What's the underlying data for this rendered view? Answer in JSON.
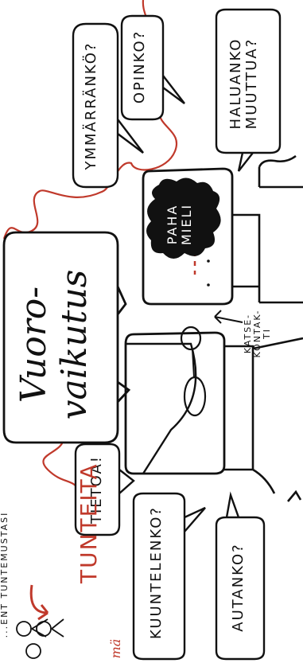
{
  "colors": {
    "ink": "#111111",
    "accent_red": "#c0392b",
    "background": "#ffffff"
  },
  "top_left_snippet": "...ENT TUNTEMUSTASI",
  "feelings_label": "TUNTEITA",
  "bottom_red_snippet": "mä",
  "bubbles": {
    "ymmarranko": "YMMÄRRÄNKÖ?",
    "opinko": "OPINKO?",
    "haluanko": "HALUANKO\nMUUTTUA?",
    "tietoa": "TIETOA!",
    "kuuntelenko": "KUUNTELENKO?",
    "autanko": "AUTANKO?"
  },
  "title": "Vuoro-\nvaikutus",
  "cloud_text": "PAHA\nMIELI",
  "eye_contact_label": "KATSE-\nKONTAK-\nTI"
}
